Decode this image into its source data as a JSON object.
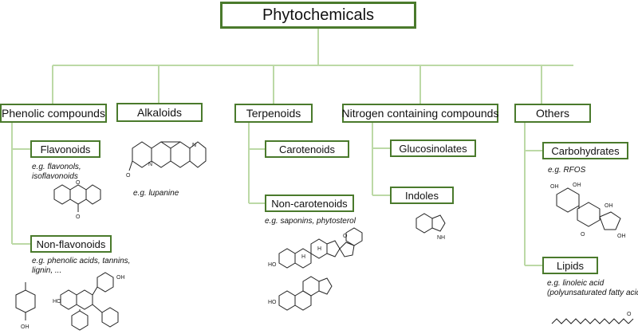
{
  "colors": {
    "box_border": "#4a7a2c",
    "connector": "#bcd9a6"
  },
  "root": {
    "label": "Phytochemicals"
  },
  "categories": {
    "phenolic": {
      "label": "Phenolic compounds",
      "flavonoids": {
        "label": "Flavonoids",
        "example_line1": "e.g. flavonols,",
        "example_line2": "isoflavonoids"
      },
      "nonflavonoids": {
        "label": "Non-flavonoids",
        "example_line1": "e.g. phenolic acids, tannins,",
        "example_line2": "lignin, ..."
      }
    },
    "alkaloids": {
      "label": "Alkaloids",
      "example": "e.g. lupanine"
    },
    "terpenoids": {
      "label": "Terpenoids",
      "carotenoids": {
        "label": "Carotenoids"
      },
      "noncarotenoids": {
        "label": "Non-carotenoids",
        "example": "e.g. saponins, phytosterol"
      }
    },
    "nitrogen": {
      "label": "Nitrogen containing compounds",
      "glucosinolates": {
        "label": "Glucosinolates"
      },
      "indoles": {
        "label": "Indoles"
      }
    },
    "others": {
      "label": "Others",
      "carbohydrates": {
        "label": "Carbohydrates",
        "example": "e.g. RFOS"
      },
      "lipids": {
        "label": "Lipids",
        "example_line1": "e.g. linoleic acid",
        "example_line2": "(polyunsaturated fatty acid)"
      }
    }
  },
  "structure_labels": {
    "oh": "OH",
    "nh": "NH",
    "o": "O",
    "n": "N",
    "h": "H",
    "ho": "HO"
  }
}
